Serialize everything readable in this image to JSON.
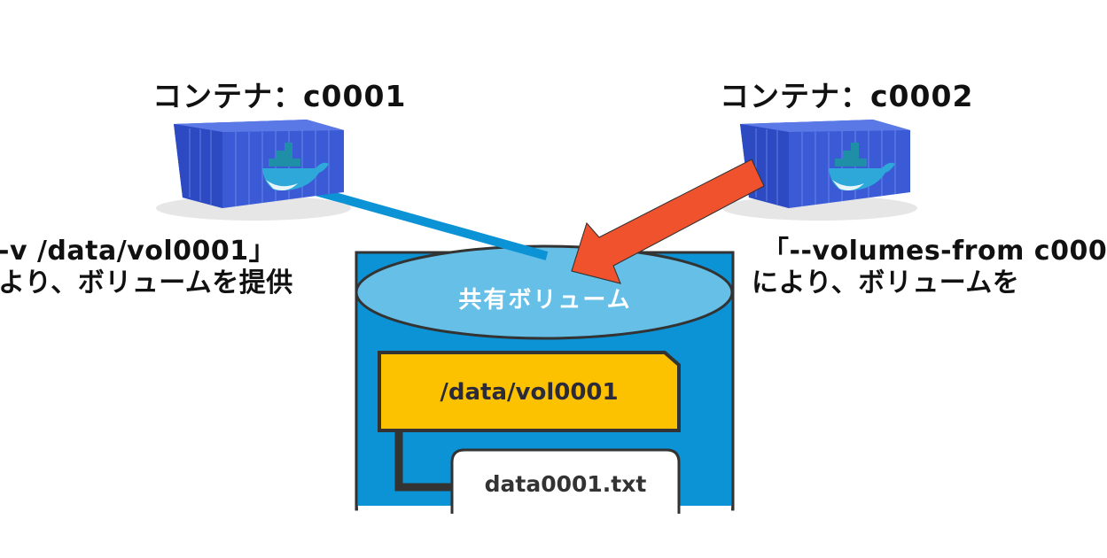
{
  "containers": [
    {
      "title": "コンテナ：c0001",
      "icon": "docker-container"
    },
    {
      "title": "コンテナ：c0002",
      "icon": "docker-container"
    }
  ],
  "captions": {
    "left": {
      "line1": "-v /data/vol0001」",
      "line2": "より、ボリュームを提供"
    },
    "right": {
      "line1": "「--volumes-from c000",
      "line2": "により、ボリュームを"
    }
  },
  "volume": {
    "label": "共有ボリューム",
    "folder": "/data/vol0001",
    "file": "data0001.txt"
  },
  "colors": {
    "volume_body": "#0b93d5",
    "volume_top": "#66bfe6",
    "folder": "#fcc200",
    "link_line": "#0b93d5",
    "arrow": "#f0522e",
    "container": "#3b5bd6"
  }
}
